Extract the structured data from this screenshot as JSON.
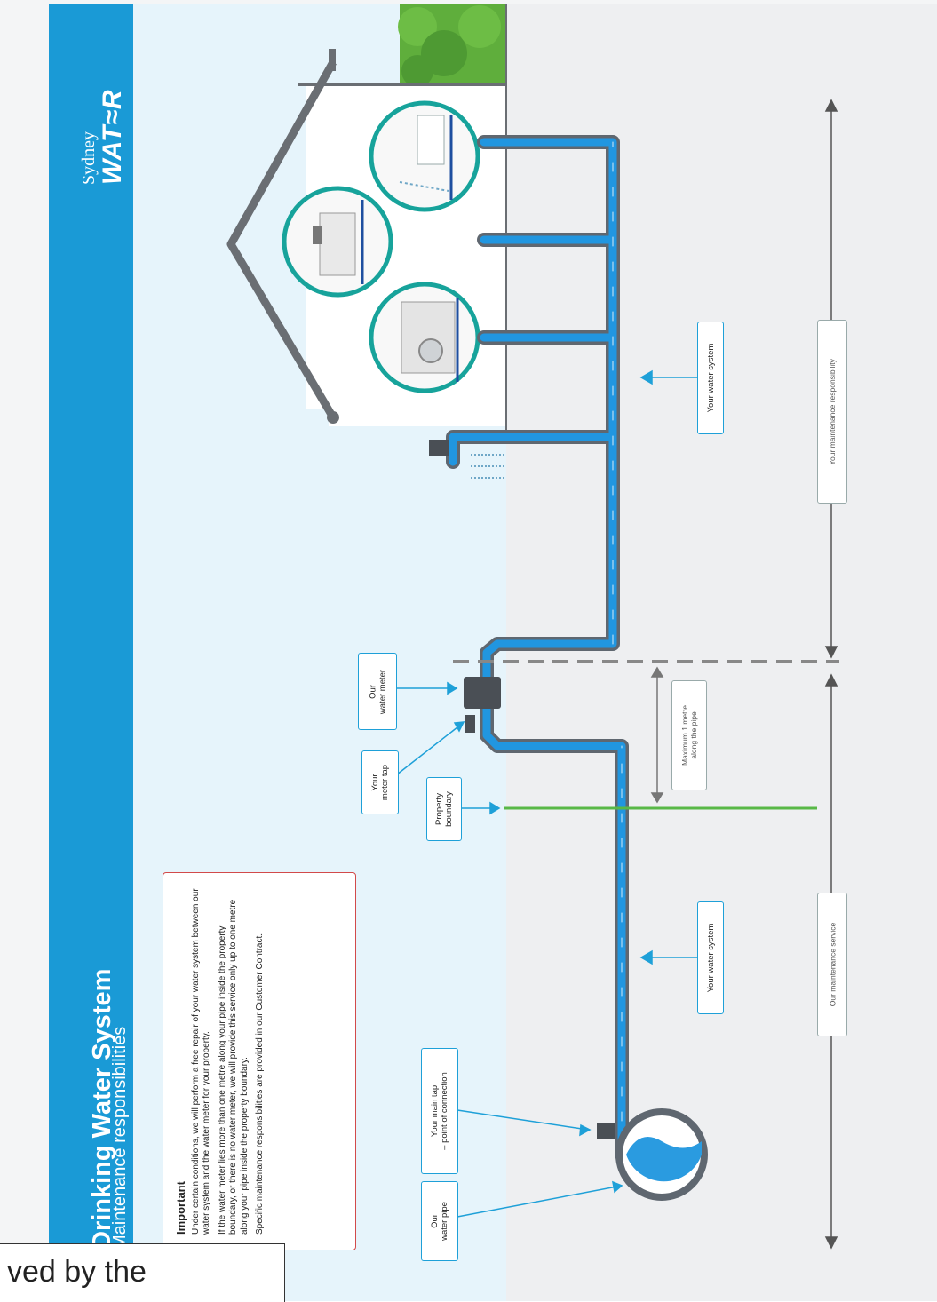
{
  "header": {
    "title": "Drinking Water System",
    "subtitle": "Maintenance responsibilities",
    "logo_top": "Sydney",
    "logo_bottom": "WAT≈R"
  },
  "important": {
    "heading": "Important",
    "paragraph_1": "Under certain conditions, we will perform a free repair of your water system between our water system and the water meter for your property.",
    "paragraph_2": "If the water meter lies more than one metre along your pipe inside the property boundary, or there is no water meter, we will provide this service only up to one metre along your pipe inside the property boundary.",
    "paragraph_3": "Specific maintenance responsibilities are provided in our Customer Contract."
  },
  "callouts": {
    "our_water_pipe": [
      "Our",
      "water pipe"
    ],
    "your_main_tap": [
      "Your main tap",
      "– point of connection"
    ],
    "property_boundary": [
      "Property",
      "boundary"
    ],
    "your_meter_tap": [
      "Your",
      "meter tap"
    ],
    "our_water_meter": [
      "Our",
      "water meter"
    ],
    "your_water_system_lower": "Your water system",
    "your_water_system_upper": "Your water system"
  },
  "dimensions": {
    "max_one_metre": [
      "Maximum 1 metre",
      "along the pipe"
    ],
    "our_maintenance": "Our maintenance service",
    "your_maintenance": "Your maintenance responsibility"
  },
  "stamp_text": "ved by the",
  "colors": {
    "header_blue": "#1a9ad6",
    "pale_blue": "#e6f4fb",
    "pipe_blue": "#2196e0",
    "pipe_grey": "#5f6770",
    "boundary_green": "#58b847",
    "important_border": "#d24a4a"
  }
}
